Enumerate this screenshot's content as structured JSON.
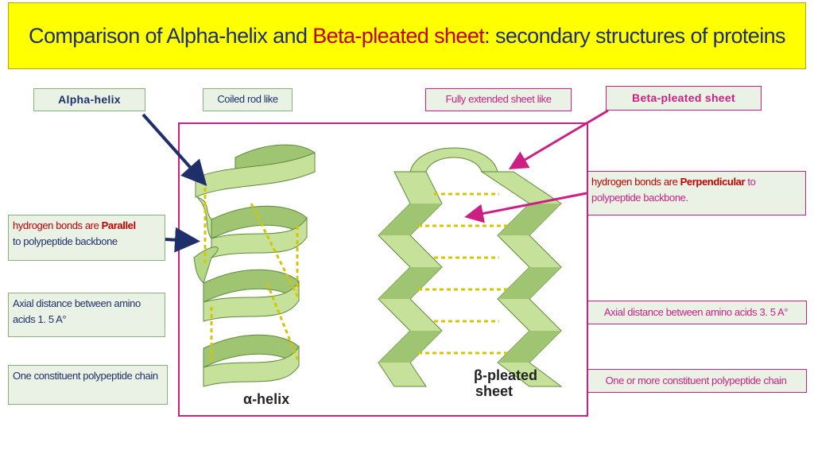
{
  "title": {
    "part1": "Comparison of Alpha-helix and ",
    "part2": "Beta-pleated sheet",
    "part3": ": secondary structures of proteins"
  },
  "labels": {
    "alpha_helix": "Alpha-helix",
    "coiled": "Coiled rod like",
    "extended": "Fully extended sheet like",
    "beta_sheet": "Beta-pleated sheet"
  },
  "alpha": {
    "hbond_pre": "hydrogen bonds are ",
    "hbond_bold": "Parallel",
    "hbond_post": "to polypeptide backbone",
    "axial": "Axial distance between amino acids  1. 5 A°",
    "chain": "One constituent polypeptide chain"
  },
  "beta": {
    "hbond_pre": "hydrogen bonds are ",
    "hbond_bold": "Perpendicular",
    "hbond_post": " to polypeptide backbone.",
    "axial": "Axial distance between amino acids 3. 5 A°",
    "chain": "One or more constituent polypeptide chain"
  },
  "figure": {
    "alpha_caption": "α-helix",
    "beta_caption_1": "β-pleated",
    "beta_caption_2": "sheet"
  },
  "colors": {
    "title_bg": "#ffff00",
    "title_text": "#1f2f6b",
    "highlight": "#c00000",
    "box_bg": "#e9f2e4",
    "magenta": "#cc1f84",
    "ribbon": "#b9d98a",
    "hbond": "#d7c400"
  }
}
